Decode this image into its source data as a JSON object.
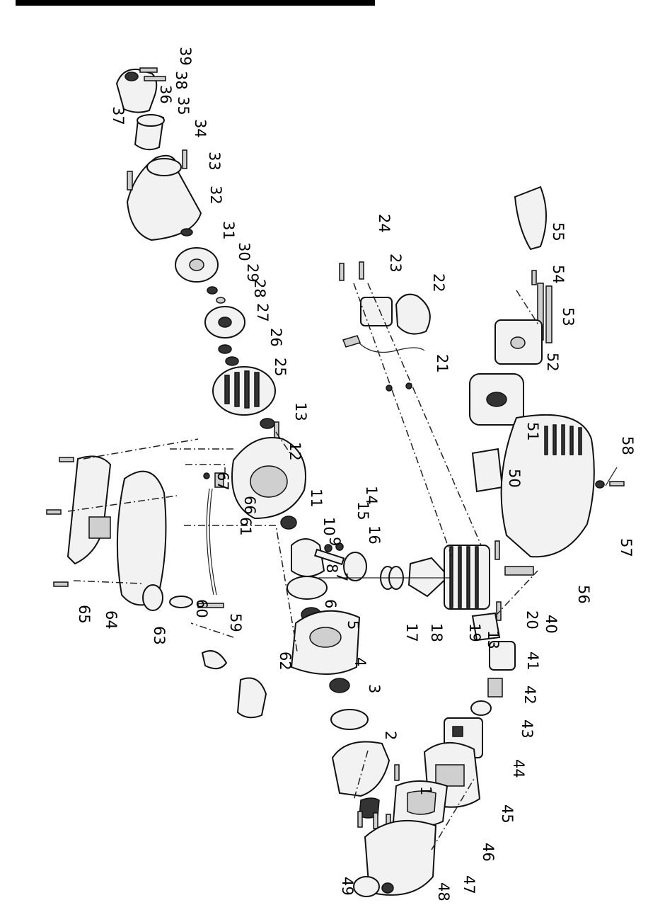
{
  "parts": [
    {
      "n": "1"
    },
    {
      "n": "2"
    },
    {
      "n": "3"
    },
    {
      "n": "4"
    },
    {
      "n": "5"
    },
    {
      "n": "6"
    },
    {
      "n": "7"
    },
    {
      "n": "8"
    },
    {
      "n": "9"
    },
    {
      "n": "10"
    },
    {
      "n": "11"
    },
    {
      "n": "12"
    },
    {
      "n": "13"
    },
    {
      "n": "13"
    },
    {
      "n": "14"
    },
    {
      "n": "15"
    },
    {
      "n": "16"
    },
    {
      "n": "17"
    },
    {
      "n": "18"
    },
    {
      "n": "19"
    },
    {
      "n": "20"
    },
    {
      "n": "21"
    },
    {
      "n": "22"
    },
    {
      "n": "23"
    },
    {
      "n": "24"
    },
    {
      "n": "25"
    },
    {
      "n": "26"
    },
    {
      "n": "27"
    },
    {
      "n": "28"
    },
    {
      "n": "29"
    },
    {
      "n": "30"
    },
    {
      "n": "31"
    },
    {
      "n": "32"
    },
    {
      "n": "33"
    },
    {
      "n": "34"
    },
    {
      "n": "35"
    },
    {
      "n": "36"
    },
    {
      "n": "37"
    },
    {
      "n": "38"
    },
    {
      "n": "39"
    },
    {
      "n": "40"
    },
    {
      "n": "41"
    },
    {
      "n": "42"
    },
    {
      "n": "43"
    },
    {
      "n": "44"
    },
    {
      "n": "45"
    },
    {
      "n": "46"
    },
    {
      "n": "47"
    },
    {
      "n": "48"
    },
    {
      "n": "49"
    },
    {
      "n": "50"
    },
    {
      "n": "51"
    },
    {
      "n": "52"
    },
    {
      "n": "53"
    },
    {
      "n": "54"
    },
    {
      "n": "55"
    },
    {
      "n": "56"
    },
    {
      "n": "57"
    },
    {
      "n": "58"
    },
    {
      "n": "59"
    },
    {
      "n": "60"
    },
    {
      "n": "61"
    },
    {
      "n": "62"
    },
    {
      "n": "63"
    },
    {
      "n": "64"
    },
    {
      "n": "65"
    },
    {
      "n": "66"
    },
    {
      "n": "67"
    }
  ]
}
